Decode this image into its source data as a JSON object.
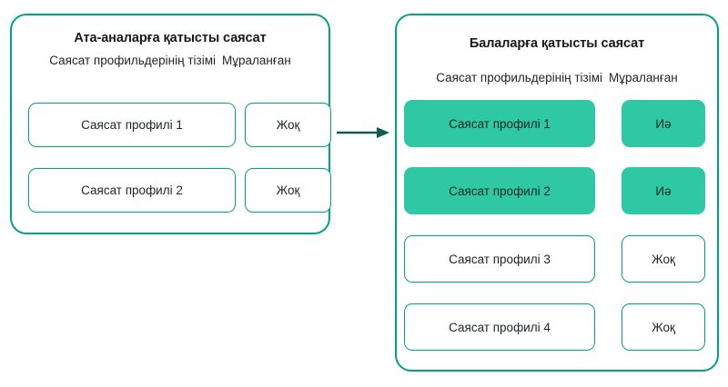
{
  "colors": {
    "accent_border": "#00a189",
    "accent_fill": "#2ec9a4",
    "arrow": "#0f5c52",
    "text": "#1f2326",
    "background": "#ffffff"
  },
  "left_panel": {
    "title": "Ата-аналарға қатысты саясат",
    "subhead_profiles": "Саясат профильдерінің тізімі",
    "subhead_inherited": "Мұраланған",
    "rows": [
      {
        "name": "Саясат профилі 1",
        "value": "Жоқ",
        "inherited": false
      },
      {
        "name": "Саясат профилі 2",
        "value": "Жоқ",
        "inherited": false
      }
    ]
  },
  "right_panel": {
    "title": "Балаларға қатысты саясат",
    "subhead_profiles": "Саясат профильдерінің тізімі",
    "subhead_inherited": "Мұраланған",
    "rows": [
      {
        "name": "Саясат профилі 1",
        "value": "Иә",
        "inherited": true
      },
      {
        "name": "Саясат профилі 2",
        "value": "Иә",
        "inherited": true
      },
      {
        "name": "Саясат профилі 3",
        "value": "Жоқ",
        "inherited": false
      },
      {
        "name": "Саясат профилі 4",
        "value": "Жоқ",
        "inherited": false
      }
    ]
  },
  "arrow": {
    "icon": "right-arrow-icon",
    "direction": "left-to-right"
  }
}
